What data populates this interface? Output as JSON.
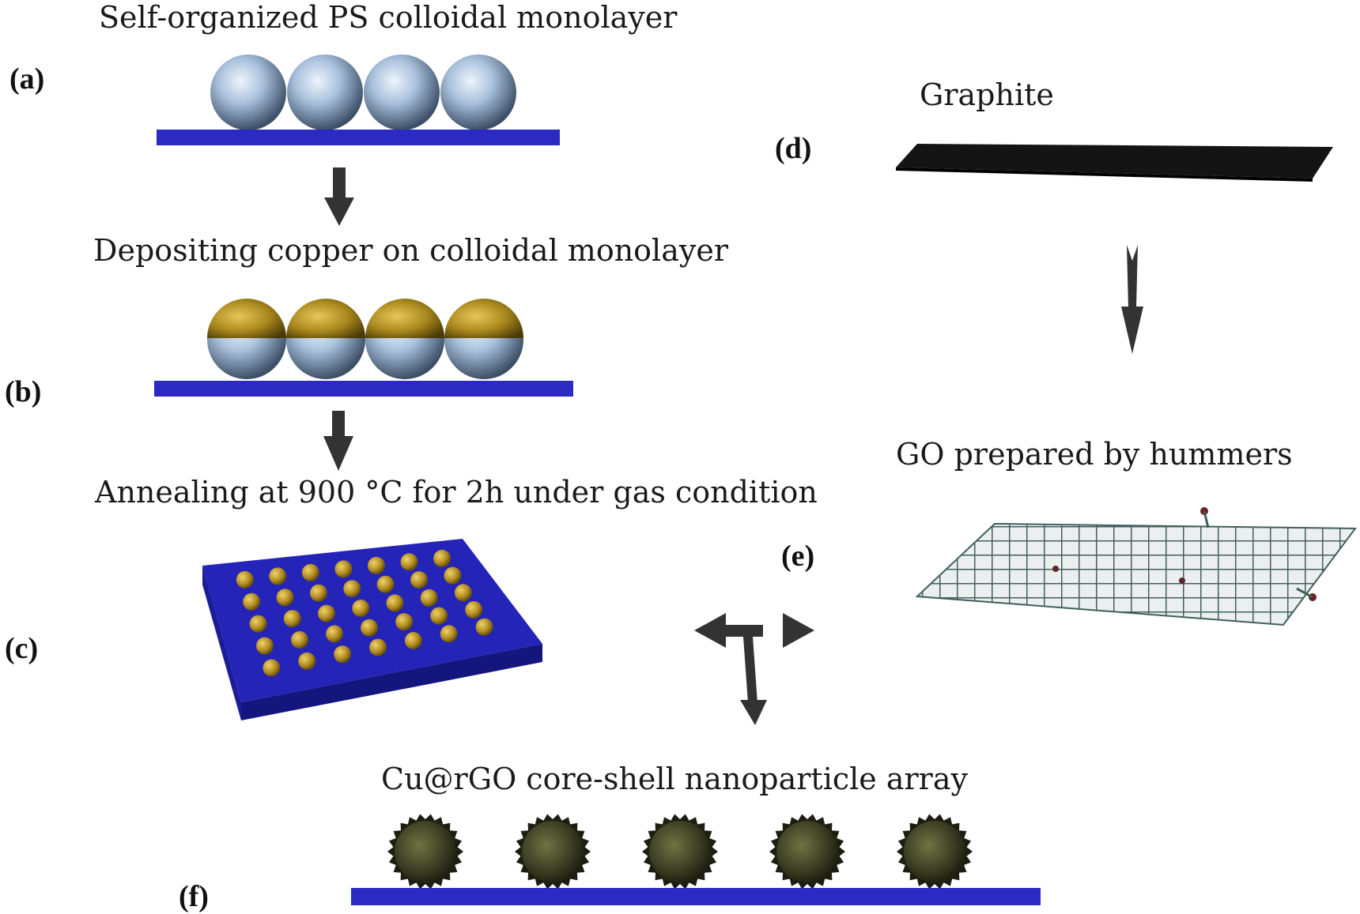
{
  "steps": {
    "a": {
      "label": "(a)",
      "caption": "Self-organized PS colloidal  monolayer"
    },
    "b": {
      "label": "(b)",
      "caption": "Depositing  copper on colloidal  monolayer"
    },
    "c": {
      "label": "(c)",
      "caption": "Annealing  at 900 °C for 2h under gas condition"
    },
    "d": {
      "label": "(d)",
      "caption": "Graphite"
    },
    "e": {
      "label": "(e)",
      "caption": "GO prepared by hummers"
    },
    "f": {
      "label": "(f)",
      "caption": "Cu@rGO core-shell nanoparticle array"
    }
  },
  "colors": {
    "substrate": "#2b2bc4",
    "ps_sphere": "#9fb8d6",
    "copper": "#a8871c",
    "graphite": "#111111",
    "go_mesh": "#3f5e5a",
    "core_shell": "#3a3d22",
    "arrow": "#333333"
  },
  "icons": {
    "flow_arrow": "down-arrow-icon",
    "merge_arrow": "double-headed-arrow-icon"
  }
}
